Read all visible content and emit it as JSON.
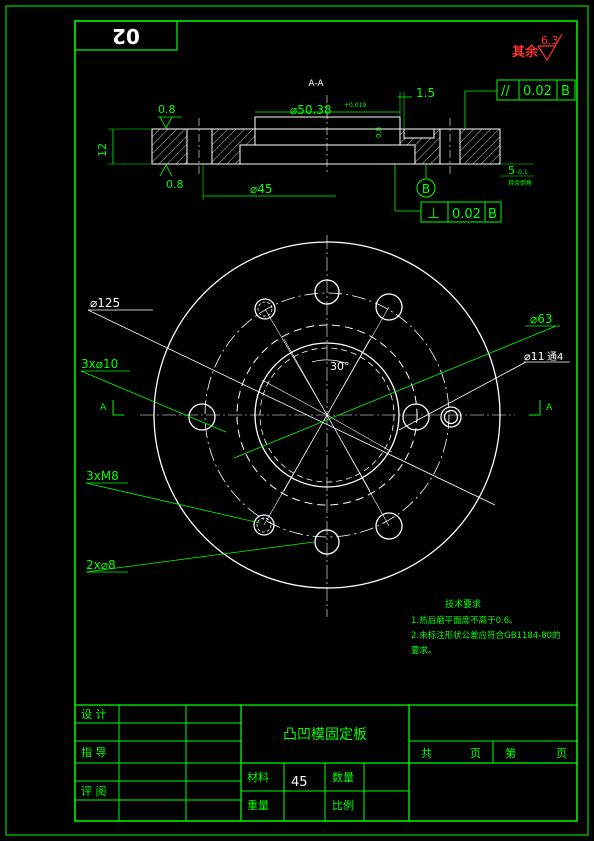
{
  "colors": {
    "background": "#000000",
    "frame": "#00ff00",
    "outline": "#ffffff",
    "dimension": "#00ff00",
    "hatch": "#ffffff",
    "center": "#ffffff",
    "surface_mark": "#ff0000",
    "notes": "#00ff00"
  },
  "drawing_number": "02",
  "section_label": "A-A",
  "roughness": {
    "other_text": "其余",
    "other_value": "6.3",
    "top_face": "0.8",
    "bottom_face": "0.8"
  },
  "dimensions": {
    "thickness": "12",
    "step_width": "1.5",
    "bore_dia": "⌀50.38",
    "bore_tol": "+0.019",
    "step_depth": "0.8",
    "boss_dia": "⌀45",
    "chamfer": "5",
    "chamfer_tol": "-0.1",
    "outer_dia": "⌀125",
    "bolt_circle_dia": "⌀63",
    "through_holes": "3x⌀10",
    "side_hole": "⌀11",
    "side_hole_extra": "通4",
    "threaded_holes": "3xM8",
    "pin_holes": "2x⌀8",
    "angle": "30°",
    "view_mark": "A",
    "chamfer_note": "其余倒角"
  },
  "tolerances": {
    "parallelism_symbol": "//",
    "parallelism_value": "0.02",
    "parallelism_datum": "B",
    "perpendicularity_symbol": "⊥",
    "perpendicularity_value": "0.02",
    "perpendicularity_datum": "B",
    "datum_label": "B"
  },
  "notes": {
    "title": "技术要求",
    "line1": "1.热后磨平面度不高于0.6。",
    "line2": "2.未标注形状公差应符合GB1184-80的",
    "line3": "要求。"
  },
  "title_block": {
    "design": "设  计",
    "guide": "指  导",
    "review": "评  阅",
    "part_name": "凸凹模固定板",
    "total": "共",
    "page": "页",
    "sheet": "第",
    "page2": "页",
    "material_label": "材料",
    "material_value": "45",
    "quantity_label": "数量",
    "weight_label": "重量",
    "scale_label": "比例"
  }
}
